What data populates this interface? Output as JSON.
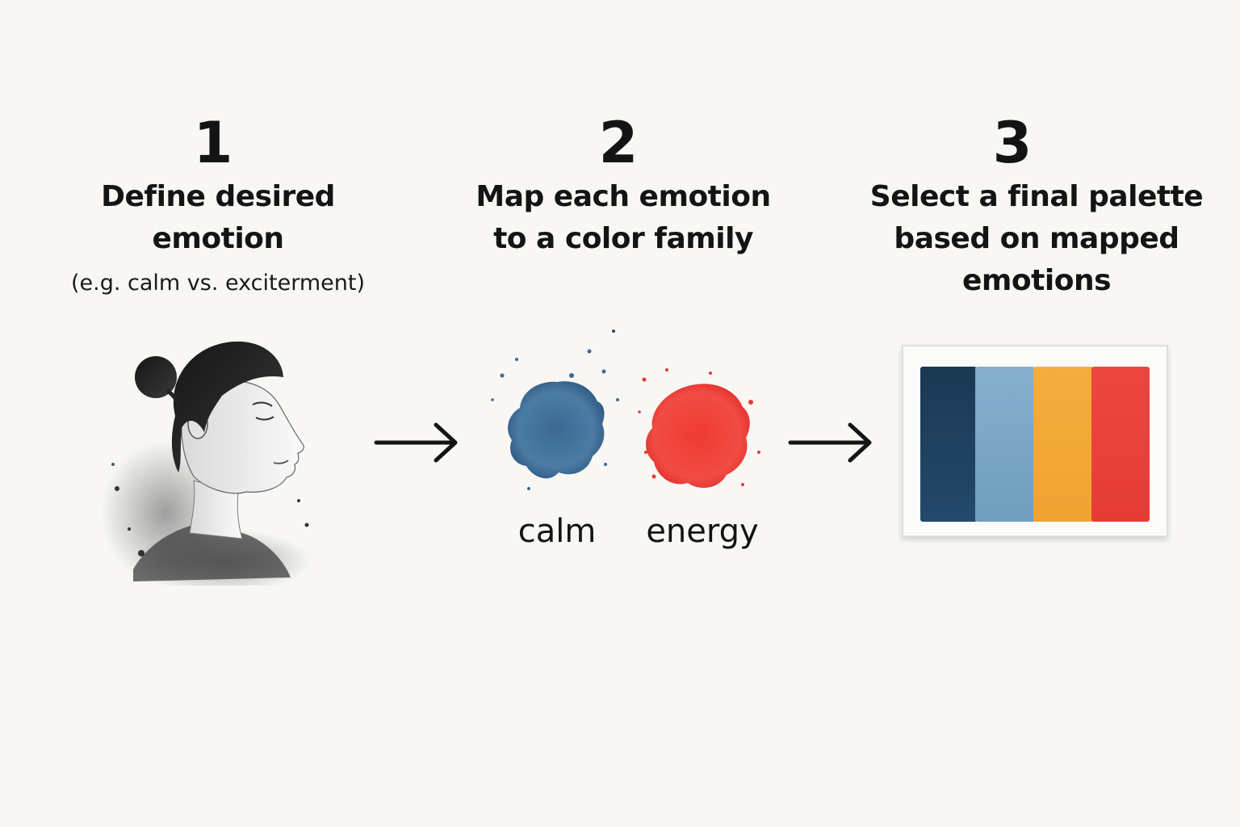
{
  "steps": [
    {
      "number": "1",
      "title_lines": [
        "Define desired",
        "emotion"
      ],
      "note": "(e.g. calm vs. exciterment)"
    },
    {
      "number": "2",
      "title_lines": [
        "Map each emotion",
        "to a color family"
      ],
      "labels": [
        "calm",
        "energy"
      ]
    },
    {
      "number": "3",
      "title_lines": [
        "Select a final palette",
        "based on mapped",
        "emotions"
      ]
    }
  ],
  "icons": {
    "portrait": "woman-profile-illustration",
    "arrow": "right-arrow-icon",
    "blob_calm": "blue-watercolor-blob",
    "blob_energy": "red-watercolor-blob",
    "palette": "watercolor-palette-card"
  },
  "colors": {
    "calm": "#3d6d96",
    "energy": "#ef3b34",
    "palette": [
      "#1f3d5a",
      "#7fa9c8",
      "#f2a73a",
      "#e9443c"
    ]
  }
}
